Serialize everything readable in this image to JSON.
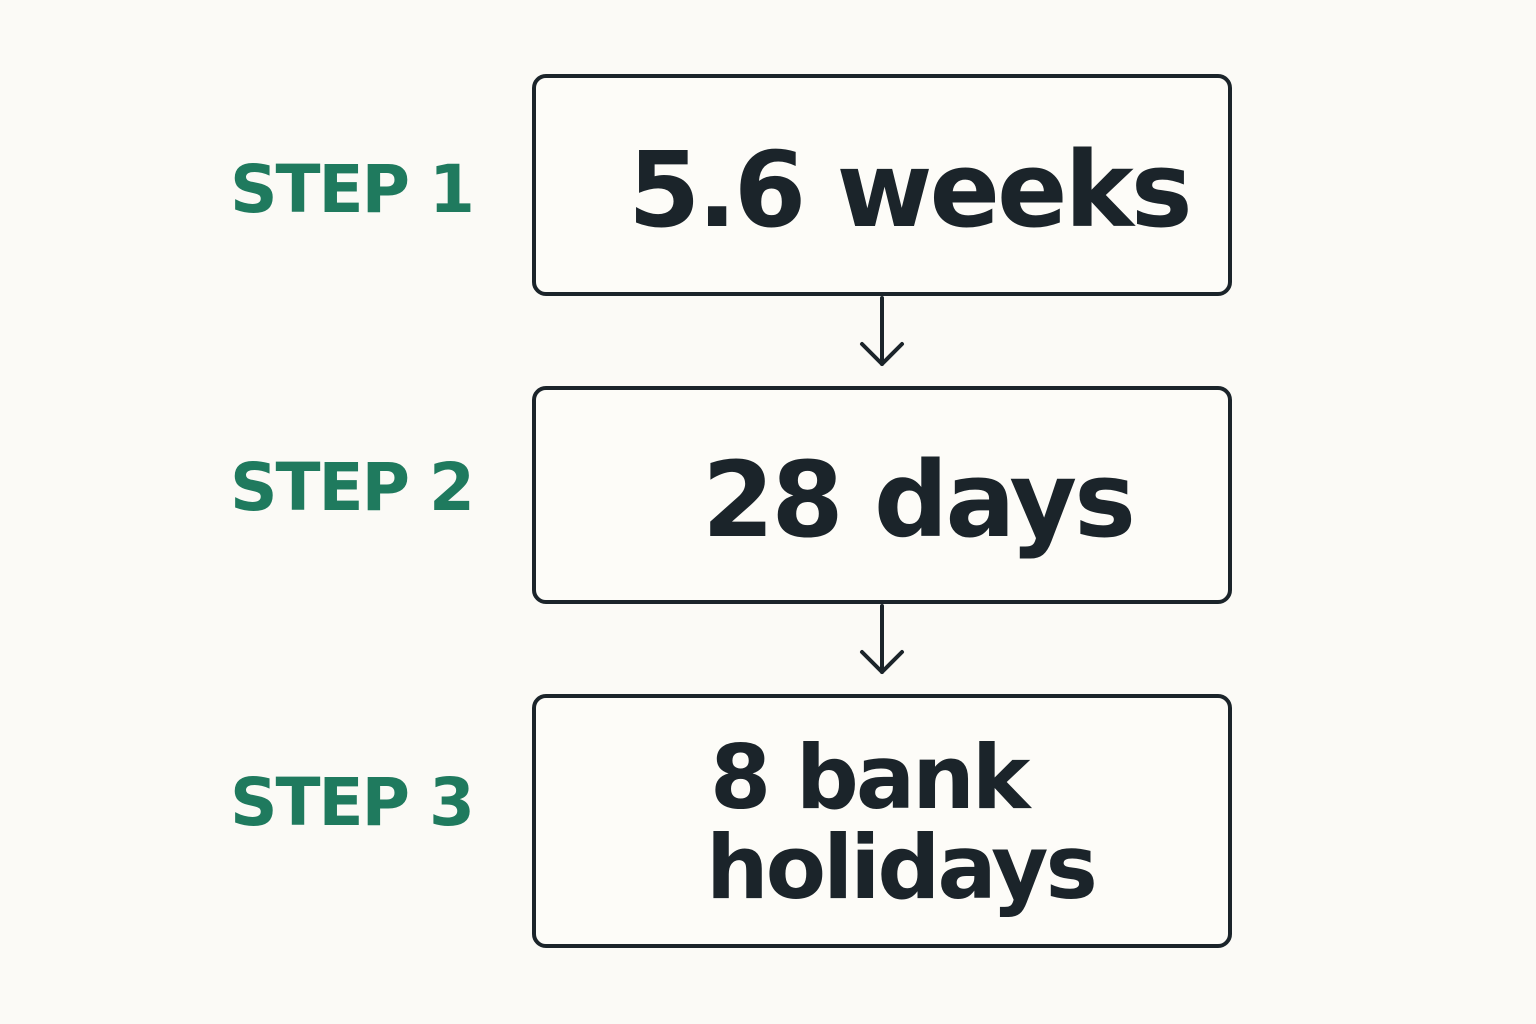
{
  "steps": [
    {
      "label": "STEP 1",
      "value": "5.6 weeks"
    },
    {
      "label": "STEP 2",
      "value": "28 days"
    },
    {
      "label": "STEP 3",
      "value_line1": "8 bank",
      "value_line2": "holidays"
    }
  ],
  "colors": {
    "background": "#fbfaf6",
    "step_label": "#1f7a5e",
    "box_border": "#1b242a",
    "box_text": "#1b242a"
  },
  "icons": [
    "arrow-down-icon",
    "arrow-down-icon"
  ]
}
